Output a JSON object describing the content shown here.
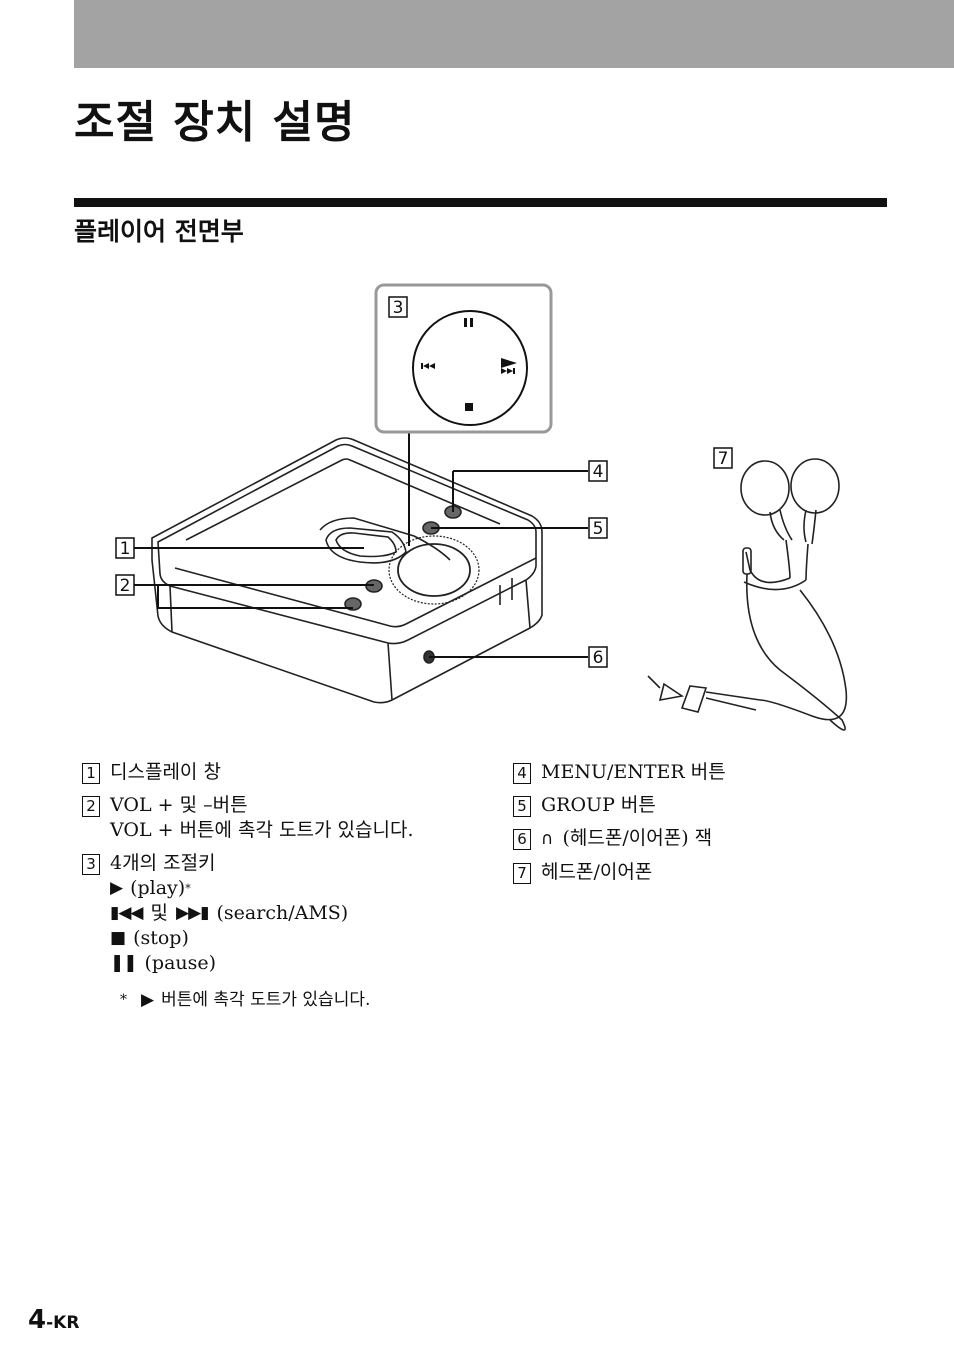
{
  "page": {
    "title": "조절 장치 설명",
    "section_title": "플레이어 전면부",
    "page_number": "4",
    "page_suffix": "-KR"
  },
  "figure": {
    "callouts": [
      "1",
      "2",
      "3",
      "4",
      "5",
      "6",
      "7"
    ],
    "icons": [
      "pause-icon",
      "play-icon",
      "previous-icon",
      "next-icon",
      "stop-icon",
      "headphone-icon"
    ]
  },
  "legend": {
    "items": [
      {
        "num": "1",
        "text": "디스플레이 창"
      },
      {
        "num": "2",
        "text": "VOL + 및 –버튼",
        "note": "VOL + 버튼에 촉각 도트가 있습니다."
      },
      {
        "num": "3",
        "text": "4개의 조절키",
        "play": "(play)",
        "play_mark": "*",
        "search_and": "및",
        "search": "(search/AMS)",
        "stop": "(stop)",
        "pause": "(pause)"
      },
      {
        "num": "4",
        "text": "MENU/ENTER 버튼"
      },
      {
        "num": "5",
        "text": "GROUP 버튼"
      },
      {
        "num": "6",
        "text": "(헤드폰/이어폰) 잭"
      },
      {
        "num": "7",
        "text": "헤드폰/이어폰"
      }
    ],
    "footnote_star": "*",
    "footnote": "버튼에 촉각 도트가 있습니다."
  }
}
